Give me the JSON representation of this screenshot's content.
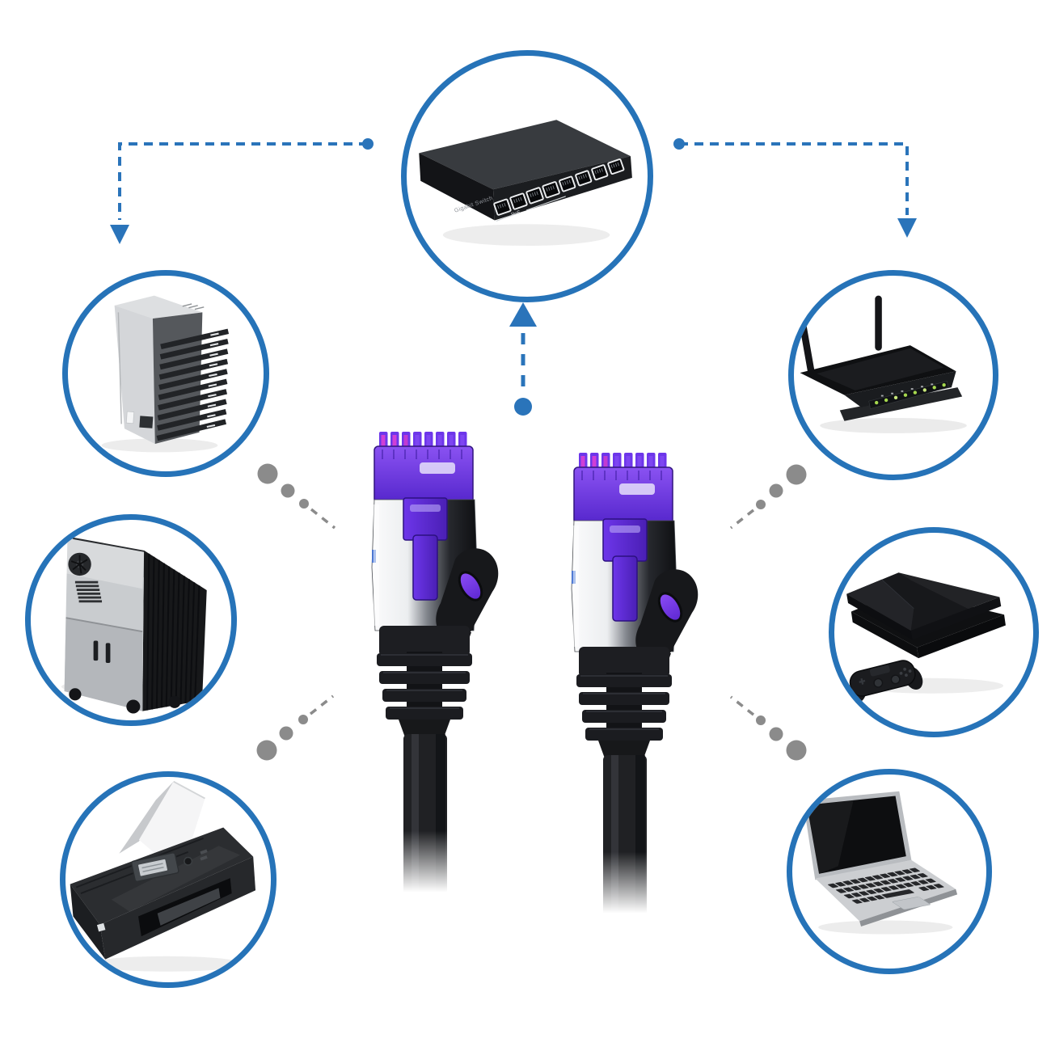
{
  "page": {
    "type": "ethernet-patch-cable-connectivity-diagram",
    "background": "#ffffff"
  },
  "colors": {
    "circle_ring": "#2673b8",
    "connection_blue": "#2a74ba",
    "gray_dots": "#8b8b8b",
    "connector_boot_purple": "#6d36ea",
    "connector_pin_magenta": "#cf3fd6",
    "connector_shield_silver": "#eceef0",
    "cable_black": "#202124",
    "router_led_green": "#a6d84e"
  },
  "hub_node": {
    "device": "8-port-gigabit-switch",
    "printed_label": "Gigabit Switch",
    "printed_poe_label": "PoE",
    "port_count": 8
  },
  "left_nodes": [
    {
      "device": "server-rack"
    },
    {
      "device": "desktop-pc-tower"
    },
    {
      "device": "inkjet-printer"
    }
  ],
  "right_nodes": [
    {
      "device": "wifi-router",
      "led_count": 8
    },
    {
      "device": "game-console-with-controller"
    },
    {
      "device": "laptop"
    }
  ],
  "center_product": {
    "item": "two-shielded-rj45-patch-cable-connectors",
    "connector_count": 2
  },
  "connections": {
    "blue_dashed_arrows": [
      "switch-to-server-rack",
      "switch-to-wifi-router",
      "cable-up-to-switch"
    ],
    "gray_dotted_links": [
      "server-rack-to-cable",
      "printer-to-cable",
      "wifi-router-to-cable",
      "laptop-to-cable"
    ]
  }
}
